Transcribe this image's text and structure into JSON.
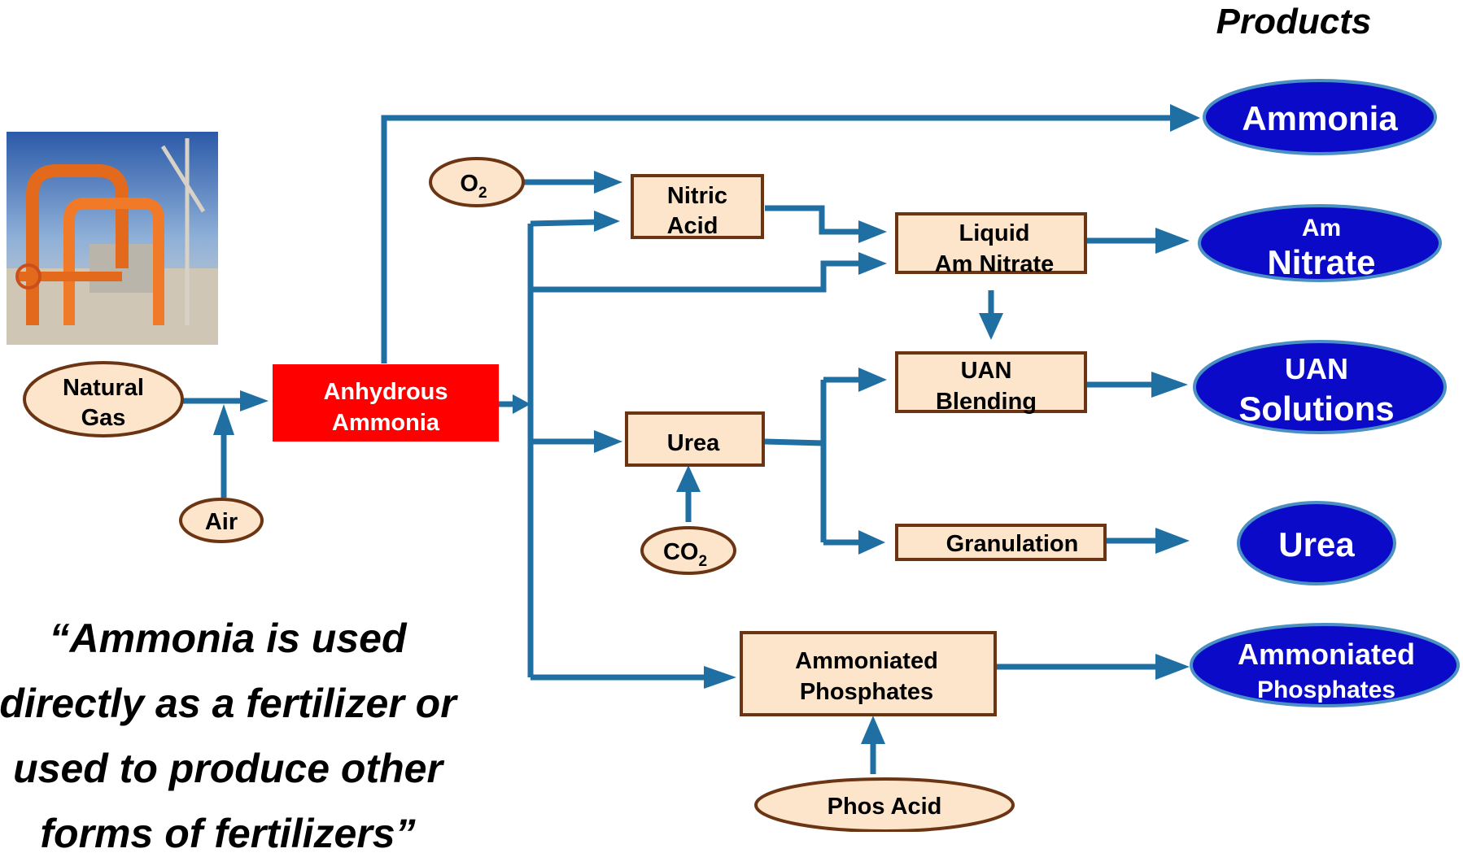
{
  "heading": "Products",
  "colors": {
    "arrow": "#1f6fa3",
    "process_fill": "#fde5cc",
    "process_stroke": "#6b3514",
    "ammonia_box": "#ff0000",
    "product_fill": "#0a0ac8",
    "product_stroke": "#4a90c2"
  },
  "inputs": {
    "natural_gas": [
      "Natural",
      "Gas"
    ],
    "air": "Air",
    "o2": {
      "main": "O",
      "sub": "2"
    },
    "co2": {
      "main": "CO",
      "sub": "2"
    },
    "phos_acid": "Phos Acid"
  },
  "processes": {
    "anhydrous_ammonia": [
      "Anhydrous",
      "Ammonia"
    ],
    "nitric_acid": [
      "Nitric",
      "Acid"
    ],
    "liquid_am_nitrate": [
      "Liquid",
      "Am Nitrate"
    ],
    "uan_blending": [
      "UAN",
      "Blending"
    ],
    "urea": "Urea",
    "granulation": "Granulation",
    "ammoniated_phosphates": [
      "Ammoniated",
      "Phosphates"
    ]
  },
  "products": {
    "ammonia": "Ammonia",
    "am_nitrate": [
      "Am",
      "Nitrate"
    ],
    "uan_solutions": [
      "UAN",
      "Solutions"
    ],
    "urea": "Urea",
    "ammoniated_phosphates": [
      "Ammoniated",
      "Phosphates"
    ]
  },
  "photo": {
    "icon": "ammonia-plant-pipes-photo"
  },
  "quote": [
    "“Ammonia is used",
    "directly as a fertilizer or",
    "used to produce other",
    "forms of fertilizers”"
  ]
}
